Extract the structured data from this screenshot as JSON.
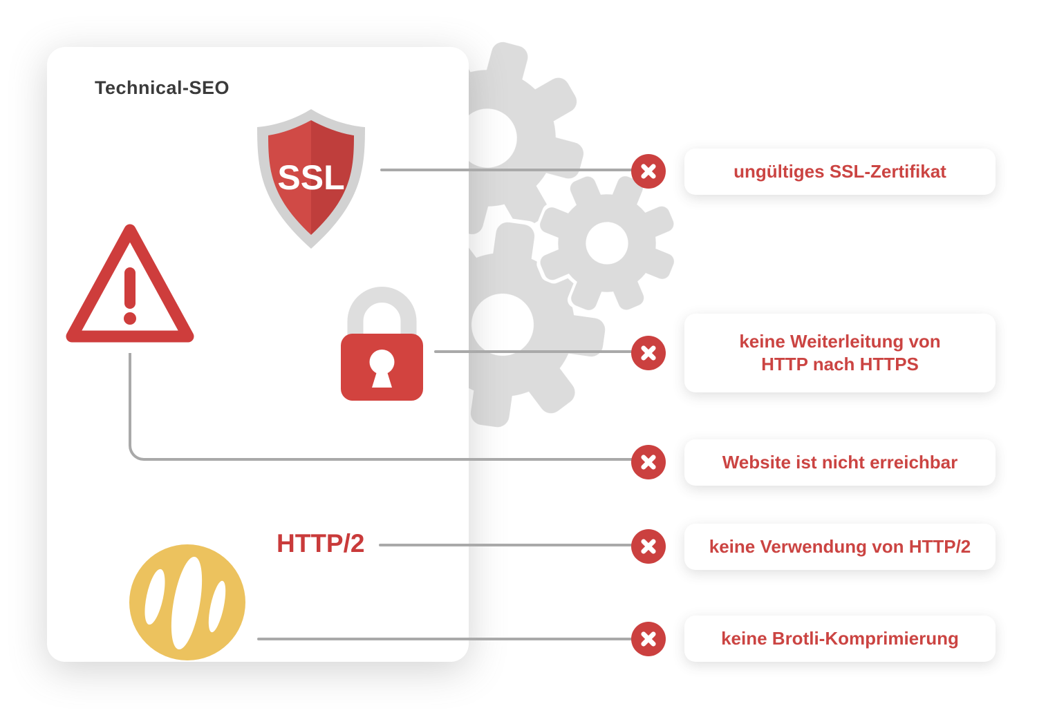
{
  "card": {
    "title": "Technical-SEO"
  },
  "icons": {
    "ssl_shield": {
      "label": "SSL"
    },
    "http2": {
      "label": "HTTP/2"
    },
    "warning_triangle": "warning-triangle",
    "https_lock": "padlock",
    "brotli_bread": "bread-loaf",
    "error_marker": "x-cross",
    "background": "gears"
  },
  "issues": [
    {
      "label": "ungültiges SSL-Zertifikat"
    },
    {
      "label": "keine Weiterleitung von HTTP nach HTTPS",
      "line1": "keine Weiterleitung von",
      "line2": "HTTP nach HTTPS"
    },
    {
      "label": "Website ist nicht erreichbar"
    },
    {
      "label": "keine Verwendung von HTTP/2"
    },
    {
      "label": "keine Brotli-Komprimierung"
    }
  ],
  "colors": {
    "issue_text_red": "#cb4442",
    "badge_red": "#cb403f",
    "shield_red_left": "#d04a46",
    "shield_red_right": "#bf3e3c",
    "shield_border_gray": "#d2d2d2",
    "lock_red": "#d2433f",
    "triangle_red": "#ce3d3c",
    "bread_yellow": "#ecc25e",
    "gear_gray": "#dcdcdc",
    "line_gray": "#a9a9a9",
    "title_dark": "#3a3a3a"
  }
}
